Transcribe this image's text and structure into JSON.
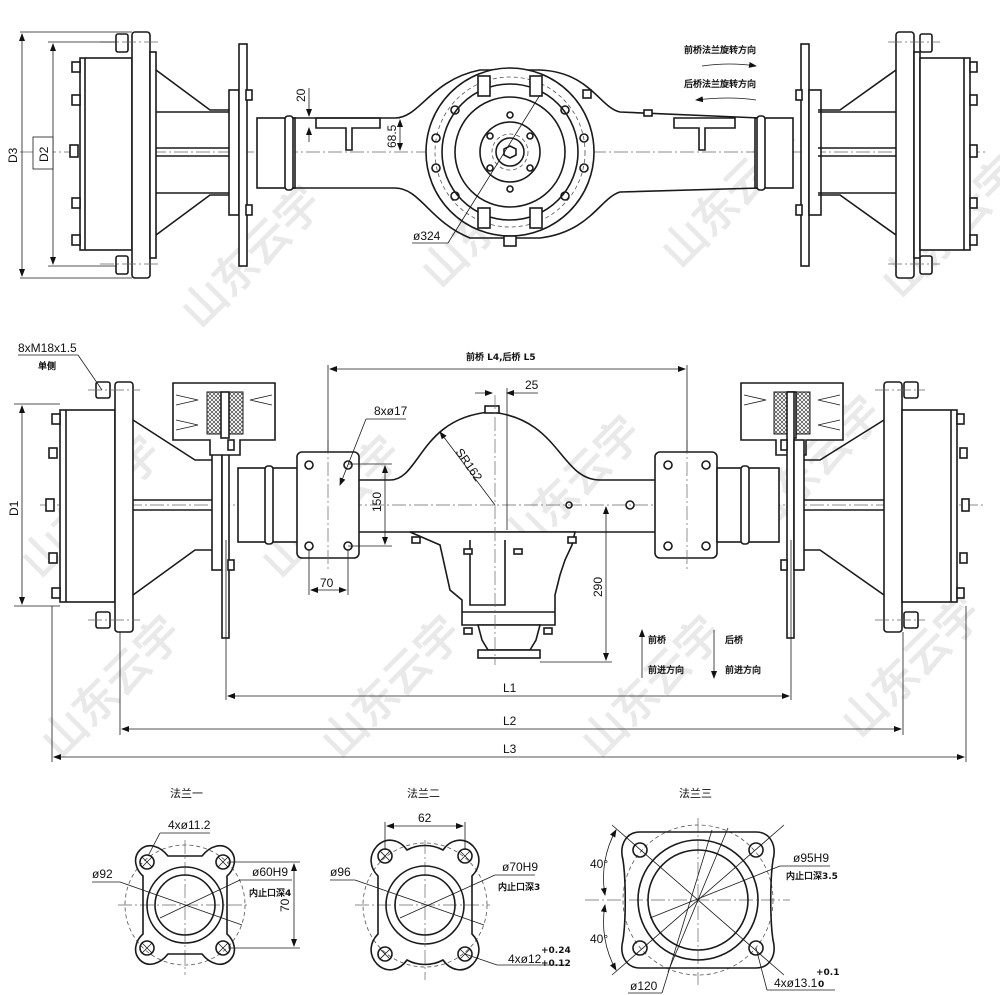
{
  "top_view": {
    "labels": {
      "D3": "D3",
      "D2": "D2",
      "dim_20": "20",
      "dim_68_5": "68.5",
      "dia_324": "ø324"
    },
    "rotation_notes": {
      "front": "前桥法兰旋转方向",
      "rear": "后桥法兰旋转方向"
    }
  },
  "front_view": {
    "labels": {
      "bolt_spec": "8xM18x1.5",
      "bolt_side": "单侧",
      "D1": "D1",
      "L4_L5": "前桥 L4,后桥 L5",
      "dim_25": "25",
      "holes_8x17": "8xø17",
      "sr162": "SR162",
      "dim_150": "150",
      "dim_70": "70",
      "dim_290": "290",
      "L1": "L1",
      "L2": "L2",
      "L3": "L3"
    },
    "direction_legend": {
      "front_axle": "前桥",
      "rear_axle": "后桥",
      "forward_1": "前进方向",
      "forward_2": "前进方向"
    }
  },
  "flanges": [
    {
      "title": "法兰一",
      "holes": "4xø11.2",
      "bolt_circle": "ø92",
      "bore": "ø60H9",
      "bore_depth": "内止口深4",
      "spacing": "70"
    },
    {
      "title": "法兰二",
      "holes": "4xø12",
      "holes_tol_upper": "+0.24",
      "holes_tol_lower": "+0.12",
      "bolt_circle": "ø96",
      "bore": "ø70H9",
      "bore_depth": "内止口深3",
      "spacing": "62"
    },
    {
      "title": "法兰三",
      "holes": "4xø13.1",
      "holes_tol_upper": "+0.1",
      "holes_tol_lower": "0",
      "bolt_circle": "ø120",
      "bore": "ø95H9",
      "bore_depth": "内止口深3.5",
      "angle_top": "40°",
      "angle_bottom": "40°"
    }
  ],
  "watermark": "山东云宇",
  "colors": {
    "line": "#1a1a1a",
    "centerline": "#666666",
    "watermark": "#d8d8d8",
    "background": "#ffffff"
  }
}
